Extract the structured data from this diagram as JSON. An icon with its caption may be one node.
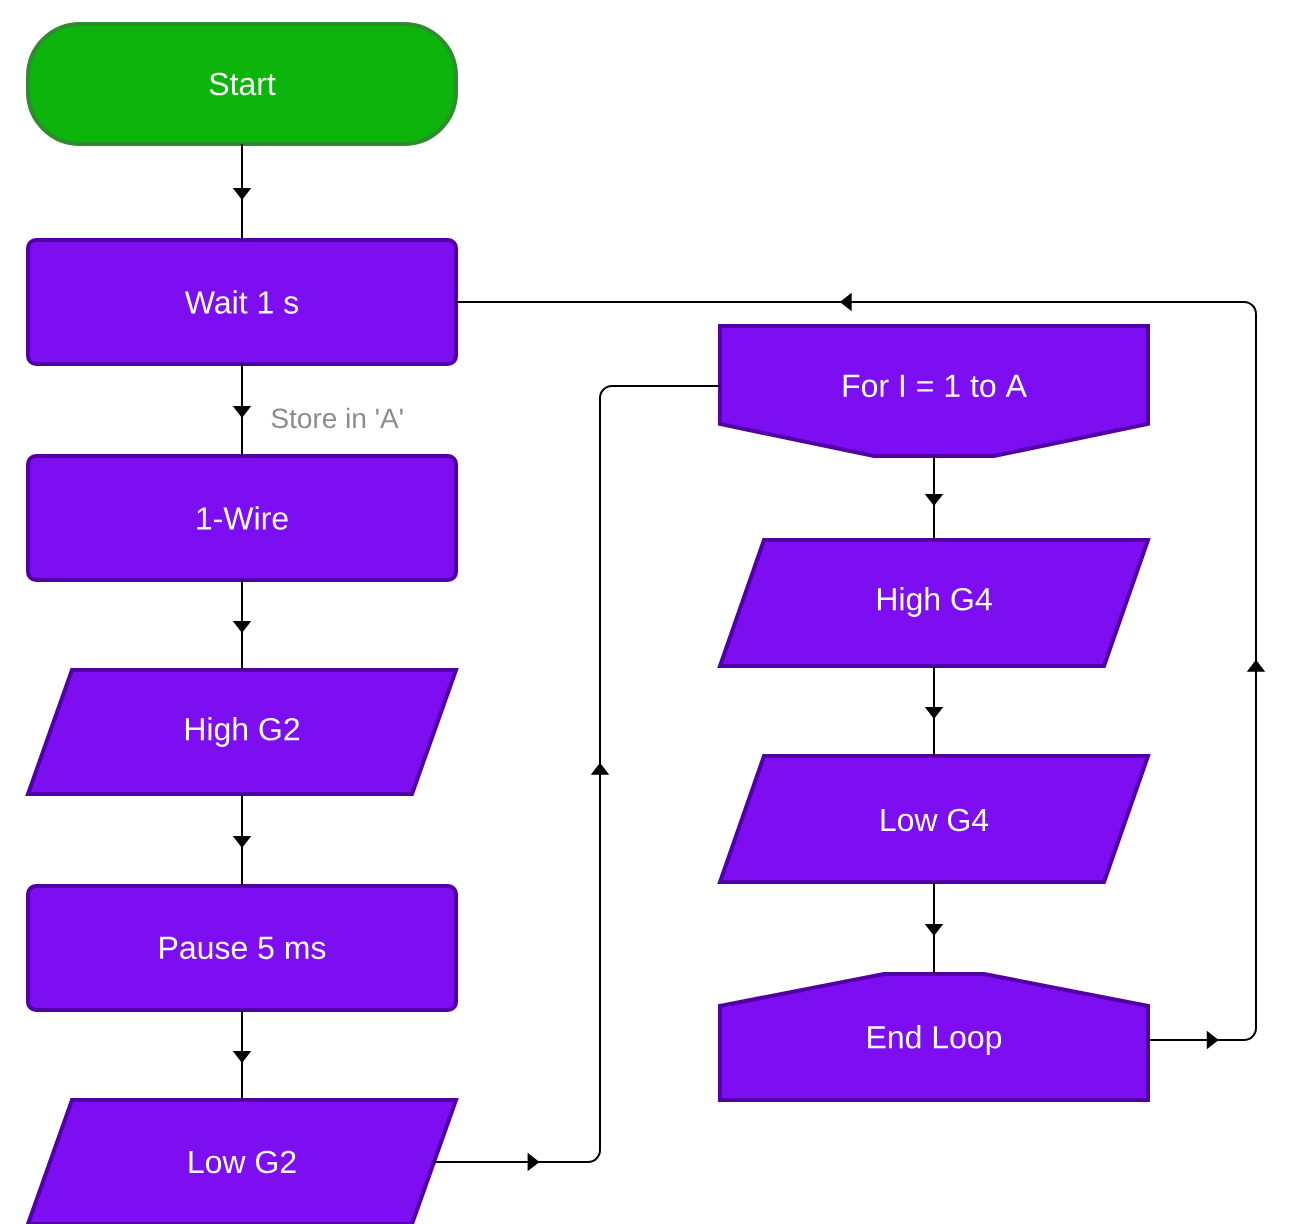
{
  "diagram": {
    "nodes": [
      {
        "text": [
          "Start"
        ]
      },
      {
        "text": [
          "Wait 1 s"
        ]
      },
      {
        "text": [
          "1-Wire"
        ]
      },
      {
        "text": [
          "High G2"
        ]
      },
      {
        "text": [
          "Pause 5 ms"
        ]
      },
      {
        "text": [
          "Low G2"
        ]
      },
      {
        "text": [
          "For I = 1 to A"
        ]
      },
      {
        "text": [
          "High G4"
        ]
      },
      {
        "text": [
          "Low G4"
        ]
      },
      {
        "text": [
          "End Loop"
        ]
      }
    ],
    "edges": [
      {
        "from": 0,
        "to": 1,
        "arrow": "to"
      },
      {
        "from": 1,
        "to": 2,
        "arrow": "to",
        "label": "Store in 'A'"
      },
      {
        "from": 2,
        "to": 3,
        "arrow": "to"
      },
      {
        "from": 3,
        "to": 4,
        "arrow": "to"
      },
      {
        "from": 4,
        "to": 5,
        "arrow": "to"
      },
      {
        "from": 5,
        "to": 6,
        "arrow": "to"
      },
      {
        "from": 6,
        "to": 7,
        "arrow": "to"
      },
      {
        "from": 7,
        "to": 8,
        "arrow": "to"
      },
      {
        "from": 8,
        "to": 9,
        "arrow": "to"
      },
      {
        "from": 9,
        "to": 1,
        "arrow": "to"
      }
    ]
  }
}
